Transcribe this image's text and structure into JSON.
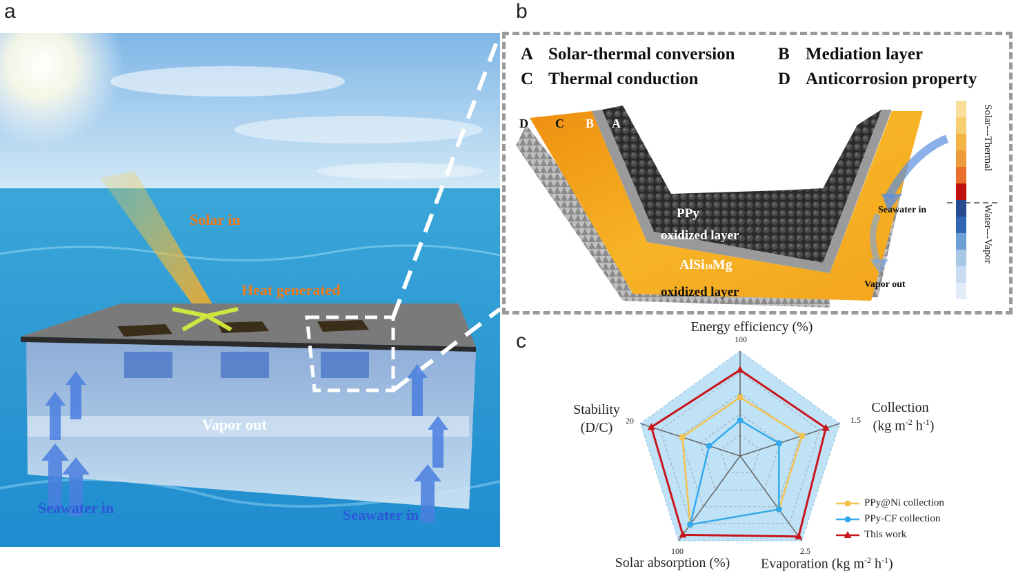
{
  "panel_letters": {
    "a": "a",
    "b": "b",
    "c": "c"
  },
  "panel_a": {
    "solar_in": "Solar in",
    "heat_generated": "Heat generated",
    "vapor_out": "Vapor out",
    "seawater_in_left": "Seawater in",
    "seawater_in_right": "Seawater in"
  },
  "panel_b": {
    "legend": [
      {
        "key": "A",
        "text": "Solar-thermal conversion"
      },
      {
        "key": "B",
        "text": "Mediation layer"
      },
      {
        "key": "C",
        "text": "Thermal conduction"
      },
      {
        "key": "D",
        "text": "Anticorrosion property"
      }
    ],
    "corner_labels": [
      "D",
      "C",
      "B",
      "A"
    ],
    "ppy": "PPy",
    "oxidized_inner": "oxidized layer",
    "alloy_main": "AlSi",
    "alloy_sub": "10",
    "alloy_end": "Mg",
    "oxidized_outer": "oxidized layer",
    "seawater_in": "Seawater in",
    "vapor_out": "Vapor out",
    "scale_top": "Solar---Thermal",
    "scale_bottom": "Water---Vapor",
    "scale_colors": [
      "#f9df9a",
      "#f7cf70",
      "#f2b545",
      "#ee9b3a",
      "#e86f2c",
      "#c01010",
      "#264b8f",
      "#2f68b0",
      "#6d9fd4",
      "#a8c8e8",
      "#c9dcf1",
      "#e2ecf8"
    ]
  },
  "chart_data": {
    "type": "radar",
    "axes": [
      {
        "name": "Energy efficiency (%)",
        "max_label": "100"
      },
      {
        "name": "Collection (kg m-2 h-1)",
        "max_label": "1.5"
      },
      {
        "name": "Evaporation (kg m-2 h-1)",
        "max_label": "2.5"
      },
      {
        "name": "Solar absorption (%)",
        "max_label": "100"
      },
      {
        "name": "Stability (D/C)",
        "max_label": "20"
      }
    ],
    "grid_levels": 5,
    "series": [
      {
        "name": "PPy@Ni collection",
        "color": "#f2c14e",
        "marker": "square",
        "values": [
          0.56,
          0.62,
          0.63,
          0.81,
          0.58
        ]
      },
      {
        "name": "PPy-CF collection",
        "color": "#33aaf0",
        "marker": "circle",
        "values": [
          0.34,
          0.39,
          0.63,
          0.81,
          0.31
        ]
      },
      {
        "name": "This work",
        "color": "#c8141c",
        "marker": "triangle",
        "values": [
          0.82,
          0.86,
          0.95,
          0.93,
          0.89
        ]
      }
    ]
  },
  "panel_c_labels": {
    "energy": "Energy efficiency (%)",
    "collection_1": "Collection",
    "collection_2a": "(kg m",
    "collection_2b": "-2",
    "collection_2c": "h",
    "collection_2d": "-1",
    "collection_2e": ")",
    "evaporation_a": "Evaporation",
    "evaporation_b": "(kg m",
    "evaporation_c": "-2",
    "evaporation_d": "h",
    "evaporation_e": "-1",
    "evaporation_f": ")",
    "solar": "Solar absorption (%)",
    "stability_1": "Stability",
    "stability_2": "(D/C)",
    "tick_energy": "100",
    "tick_collection": "1.5",
    "tick_evaporation": "2.5",
    "tick_solar": "100",
    "tick_stability": "20"
  }
}
